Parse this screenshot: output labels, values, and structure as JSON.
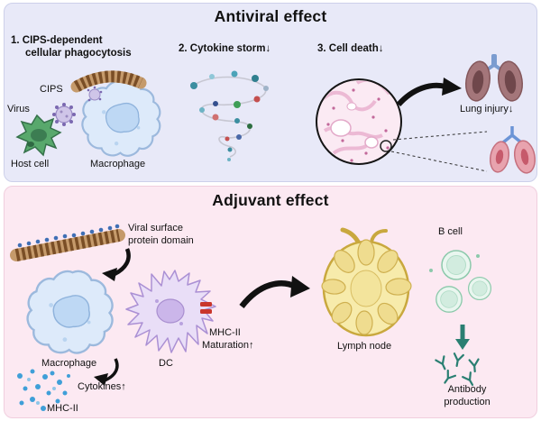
{
  "antiviral": {
    "title": "Antiviral effect",
    "items": {
      "phago_line1": "1.  CIPS-dependent",
      "phago_line2": "cellular phagocytosis",
      "cytokine_storm": "2. Cytokine storm↓",
      "cell_death": "3. Cell death↓"
    },
    "labels": {
      "cips": "CIPS",
      "virus": "Virus",
      "host_cell": "Host cell",
      "macrophage": "Macrophage",
      "lung_injury": "Lung injury↓"
    }
  },
  "adjuvant": {
    "title": "Adjuvant effect",
    "labels": {
      "viral_surface_line1": "Viral surface",
      "viral_surface_line2": "protein domain",
      "macrophage": "Macrophage",
      "dc": "DC",
      "mhc2_line1": "MHC-II",
      "mhc2_line2": "Maturation↑",
      "lymph_node": "Lymph node",
      "b_cell": "B cell",
      "antibody_line1": "Antibody",
      "antibody_line2": "production",
      "cytokines": "Cytokines↑",
      "mhc2_bottom": "MHC-II"
    }
  },
  "colors": {
    "antiviral_panel_bg": "#e8e9f8",
    "adjuvant_panel_bg": "#fce9f2",
    "macrophage_fill": "#ddeafa",
    "cips_brown": "#7a4e26",
    "lymph_node_fill": "#f7ebab",
    "antibody_teal": "#2a7f72",
    "cytokine_blue": "#3f9fd8"
  }
}
